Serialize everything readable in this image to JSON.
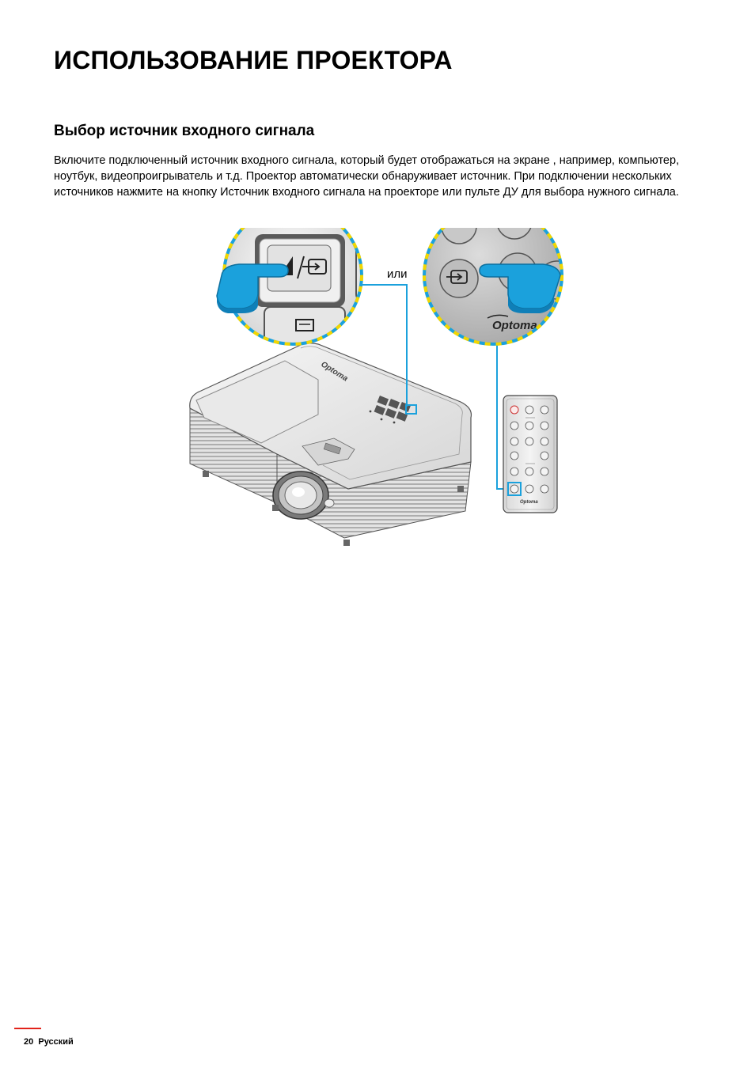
{
  "page": {
    "title": "ИСПОЛЬЗОВАНИЕ ПРОЕКТОРА",
    "section_heading": "Выбор источник входного сигнала",
    "paragraph": "Включите подключенный источник входного сигнала, который будет отображаться на экране , например, компьютер, ноутбук, видеопроигрыватель и т.д. Проектор автоматически обнаруживает источник. При подключении нескольких источников нажмите на кнопку Источник входного сигнала на проекторе или пульте ДУ для выбора нужного сигнала."
  },
  "figure": {
    "or_label": "или",
    "brand": "Optoma",
    "remote_brand": "Optoma",
    "highlight_color": "#1ba1dc",
    "dash_color": "#f2d600"
  },
  "footer": {
    "page_number": "20",
    "language": "Русский",
    "accent_color": "#e2231a"
  }
}
